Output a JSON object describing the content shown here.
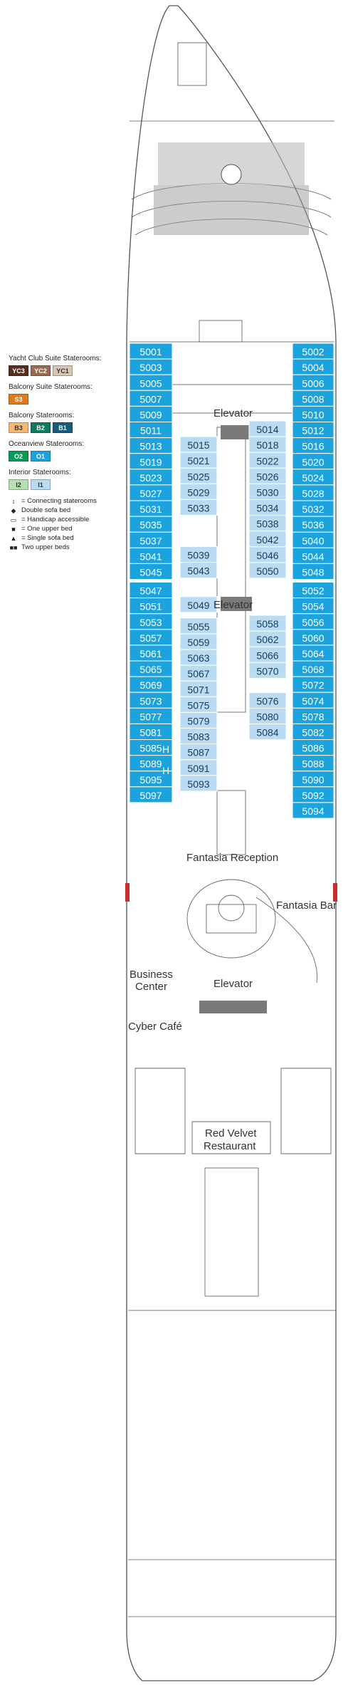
{
  "legend": {
    "yacht_club_title": "Yacht Club Suite Staterooms:",
    "yacht_club_chips": [
      {
        "label": "YC3",
        "color": "#5a2e1c",
        "text_color": "#ffffff"
      },
      {
        "label": "YC2",
        "color": "#9a6b53",
        "text_color": "#ffffff"
      },
      {
        "label": "YC1",
        "color": "#d8c6b4",
        "text_color": "#333333"
      }
    ],
    "balcony_suite_title": "Balcony Suite Staterooms:",
    "balcony_suite_chips": [
      {
        "label": "S3",
        "color": "#e07a1a",
        "text_color": "#ffffff"
      }
    ],
    "balcony_title": "Balcony Staterooms:",
    "balcony_chips": [
      {
        "label": "B3",
        "color": "#f5b977",
        "text_color": "#333333"
      },
      {
        "label": "B2",
        "color": "#0f7a5e",
        "text_color": "#ffffff"
      },
      {
        "label": "B1",
        "color": "#165b7a",
        "text_color": "#ffffff"
      }
    ],
    "oceanview_title": "Oceanview Staterooms:",
    "oceanview_chips": [
      {
        "label": "O2",
        "color": "#0a9a57",
        "text_color": "#ffffff"
      },
      {
        "label": "O1",
        "color": "#1ca3de",
        "text_color": "#ffffff"
      }
    ],
    "interior_title": "Interior Staterooms:",
    "interior_chips": [
      {
        "label": "I2",
        "color": "#b7e0b0",
        "text_color": "#333333"
      },
      {
        "label": "I1",
        "color": "#b9dcf2",
        "text_color": "#333333"
      }
    ],
    "symbols": [
      {
        "glyph": "↕",
        "label": "= Connecting staterooms",
        "icon": "connecting-icon"
      },
      {
        "glyph": "◆",
        "label": "Double sofa bed",
        "icon": "double-sofa-bed-icon"
      },
      {
        "glyph": "▭",
        "label": "= Handicap accessible",
        "icon": "handicap-icon"
      },
      {
        "glyph": "■",
        "label": "= One upper bed",
        "icon": "one-upper-bed-icon"
      },
      {
        "glyph": "▲",
        "label": "= Single sofa bed",
        "icon": "single-sofa-bed-icon"
      },
      {
        "glyph": "■■",
        "label": "Two upper beds",
        "icon": "two-upper-beds-icon"
      }
    ]
  },
  "colors": {
    "oceanview": "#1ca3de",
    "interior": "#b9dcf2",
    "outline": "#555555",
    "red_marker": "#c8302f"
  },
  "staterooms": {
    "port_outer": [
      "5001",
      "5003",
      "5005",
      "5007",
      "5009",
      "5011",
      "5013",
      "5019",
      "5023",
      "5027",
      "5031",
      "5035",
      "5037",
      "5041",
      "5045",
      "5047",
      "5051",
      "5053",
      "5057",
      "5061",
      "5065",
      "5069",
      "5073",
      "5077",
      "5081",
      "5085",
      "5089",
      "5095",
      "5097"
    ],
    "port_inner": [
      "5015",
      "5021",
      "5025",
      "5029",
      "5033",
      "5039",
      "5043",
      "5049",
      "5055",
      "5059",
      "5063",
      "5067",
      "5071",
      "5075",
      "5079",
      "5083",
      "5087",
      "5091",
      "5093"
    ],
    "starboard_inner": [
      "5014",
      "5018",
      "5022",
      "5026",
      "5030",
      "5034",
      "5038",
      "5042",
      "5046",
      "5050",
      "5058",
      "5062",
      "5066",
      "5070",
      "5076",
      "5080",
      "5084"
    ],
    "starboard_outer": [
      "5002",
      "5004",
      "5006",
      "5008",
      "5010",
      "5012",
      "5016",
      "5020",
      "5024",
      "5028",
      "5032",
      "5036",
      "5040",
      "5044",
      "5048",
      "5052",
      "5054",
      "5056",
      "5060",
      "5064",
      "5068",
      "5072",
      "5074",
      "5078",
      "5082",
      "5086",
      "5088",
      "5090",
      "5092",
      "5094"
    ]
  },
  "accessible_marks": [
    "H",
    "H"
  ],
  "areas": {
    "elevator_1": "Elevator",
    "elevator_2": "Elevator",
    "elevator_3": "Elevator",
    "reception": "Fantasia Reception",
    "bar": "Fantasia Bar",
    "business_1": "Business",
    "business_2": "Center",
    "cyber": "Cyber Café",
    "restaurant_1": "Red Velvet",
    "restaurant_2": "Restaurant"
  }
}
